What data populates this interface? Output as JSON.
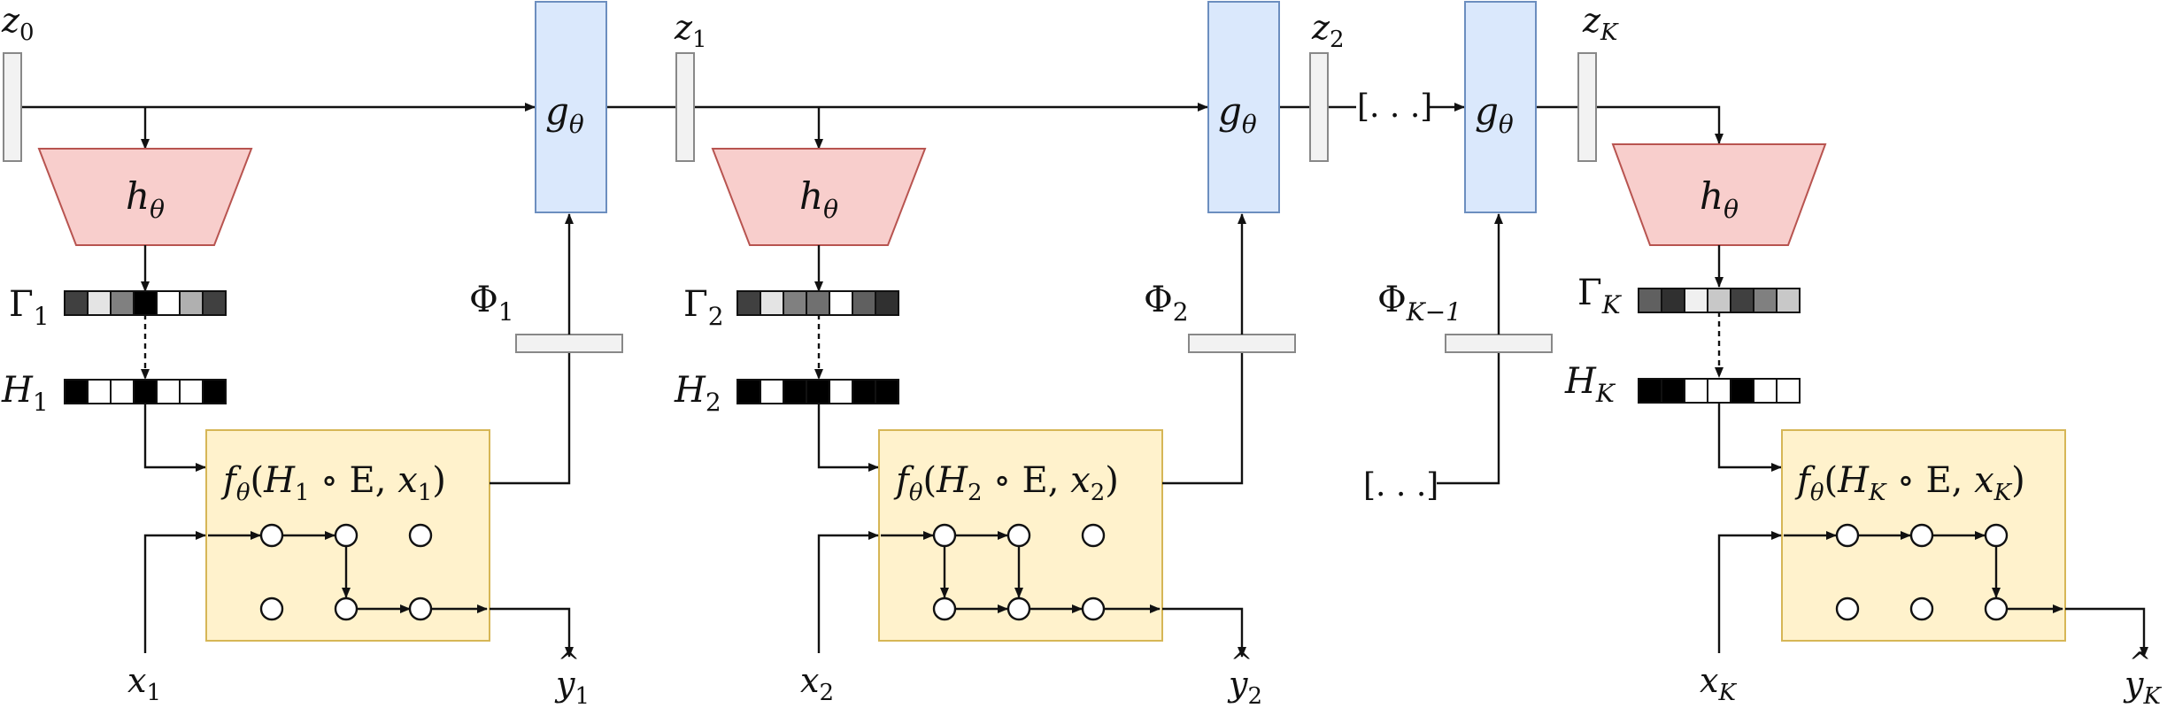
{
  "colors": {
    "g_fill": "#dae8fc",
    "g_stroke": "#6c8ebf",
    "h_fill": "#f8cecc",
    "h_stroke": "#b85450",
    "f_fill": "#fff2cc",
    "f_stroke": "#d6b656",
    "latent_fill": "#f2f2f2"
  },
  "latents": {
    "z0": {
      "base": "z",
      "sub": "0"
    },
    "z1": {
      "base": "z",
      "sub": "1"
    },
    "z2": {
      "base": "z",
      "sub": "2"
    },
    "zK": {
      "base": "z",
      "sub": "K"
    }
  },
  "g_blocks": [
    {
      "base": "g",
      "sub": "θ"
    },
    {
      "base": "g",
      "sub": "θ"
    },
    {
      "base": "g",
      "sub": "θ"
    }
  ],
  "ellipsis": "[. . .]",
  "stages": [
    {
      "h": {
        "base": "h",
        "sub": "θ"
      },
      "gamma": {
        "base": "Γ",
        "sub": "1",
        "shades": [
          "#404040",
          "#e4e4e4",
          "#808080",
          "#000000",
          "#ffffff",
          "#b0b0b0",
          "#404040"
        ]
      },
      "H": {
        "base": "H",
        "sub": "1",
        "shades": [
          "#000000",
          "#ffffff",
          "#ffffff",
          "#000000",
          "#ffffff",
          "#ffffff",
          "#000000"
        ]
      },
      "phi": {
        "base": "Φ",
        "sub": "1"
      },
      "f": {
        "f": "f",
        "fsub": "θ",
        "open": "(",
        "H": "H",
        "Hsub": "1",
        "mid": " ∘ E, ",
        "x": "x",
        "xsub": "1",
        "close": ")"
      },
      "x": {
        "base": "x",
        "sub": "1"
      },
      "y": {
        "base": "y",
        "sub": "1",
        "hat": "^"
      }
    },
    {
      "h": {
        "base": "h",
        "sub": "θ"
      },
      "gamma": {
        "base": "Γ",
        "sub": "2",
        "shades": [
          "#404040",
          "#e4e4e4",
          "#808080",
          "#707070",
          "#ffffff",
          "#606060",
          "#303030"
        ]
      },
      "H": {
        "base": "H",
        "sub": "2",
        "shades": [
          "#000000",
          "#ffffff",
          "#000000",
          "#000000",
          "#ffffff",
          "#000000",
          "#000000"
        ]
      },
      "phi": {
        "base": "Φ",
        "sub": "2"
      },
      "f": {
        "f": "f",
        "fsub": "θ",
        "open": "(",
        "H": "H",
        "Hsub": "2",
        "mid": " ∘ E, ",
        "x": "x",
        "xsub": "2",
        "close": ")"
      },
      "x": {
        "base": "x",
        "sub": "2"
      },
      "y": {
        "base": "y",
        "sub": "2",
        "hat": "^"
      }
    },
    {
      "h": {
        "base": "h",
        "sub": "θ"
      },
      "gamma": {
        "base": "Γ",
        "sub": "K",
        "shades": [
          "#606060",
          "#303030",
          "#f0f0f0",
          "#c8c8c8",
          "#404040",
          "#808080",
          "#c8c8c8"
        ]
      },
      "H": {
        "base": "H",
        "sub": "K",
        "shades": [
          "#000000",
          "#000000",
          "#ffffff",
          "#ffffff",
          "#000000",
          "#ffffff",
          "#ffffff"
        ]
      },
      "f": {
        "f": "f",
        "fsub": "θ",
        "open": "(",
        "H": "H",
        "Hsub": "K",
        "mid": " ∘ E, ",
        "x": "x",
        "xsub": "K",
        "close": ")"
      },
      "x": {
        "base": "x",
        "sub": "K"
      },
      "y": {
        "base": "y",
        "sub": "K",
        "hat": "^"
      }
    }
  ],
  "phi_K_minus_1": {
    "base": "Φ",
    "sub": "K−1"
  },
  "input_ellipsis": "[. . .]"
}
